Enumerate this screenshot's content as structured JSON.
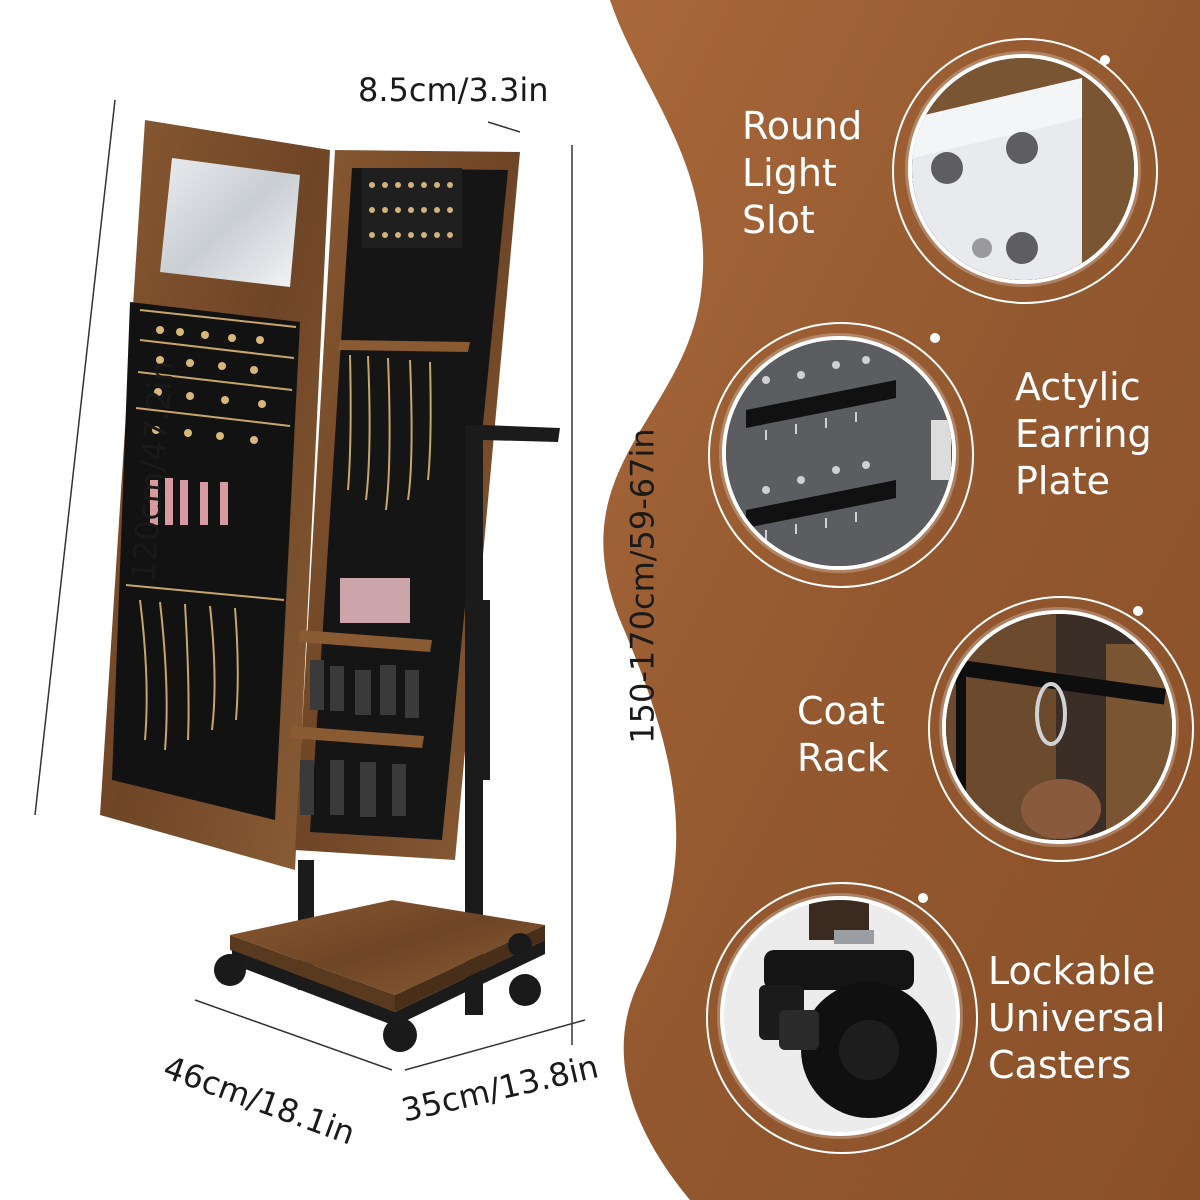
{
  "dimensions": {
    "depth": "8.5cm/3.3in",
    "height_cabinet": "120cm/47.2in",
    "height_total": "150-170cm/59-67in",
    "width_base": "46cm/18.1in",
    "depth_base": "35cm/13.8in"
  },
  "features": [
    {
      "lines": [
        "Round",
        "Light",
        "Slot"
      ],
      "icon": "round-light-slot"
    },
    {
      "lines": [
        "Actylic",
        "Earring",
        "Plate"
      ],
      "icon": "earring-plate"
    },
    {
      "lines": [
        "Coat",
        "Rack"
      ],
      "icon": "coat-rack"
    },
    {
      "lines": [
        "Lockable",
        "Universal",
        "Casters"
      ],
      "icon": "caster-wheel"
    }
  ],
  "colors": {
    "background_wave": "#9a5f35",
    "wood": "#7a4e2b",
    "frame_black": "#1b1b1b",
    "text_dark": "#1a1a1a",
    "text_light": "#ffffff"
  }
}
